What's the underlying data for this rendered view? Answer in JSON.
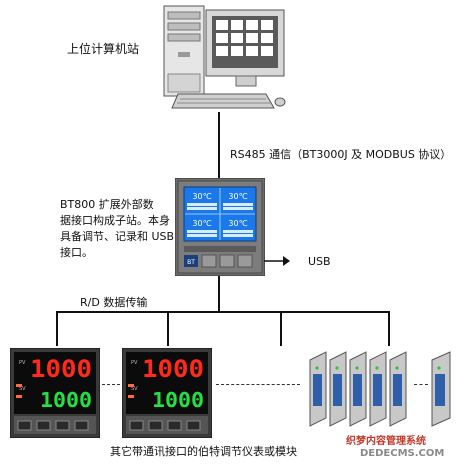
{
  "labels": {
    "host": "上位计算机站",
    "link": "RS485 通信（BT3000J 及 MODBUS 协议）",
    "bt800_line1": "BT800 扩展外部数",
    "bt800_line2": "据接口构成子站。本身",
    "bt800_line3": "具备调节、记录和 USB",
    "bt800_line4": "接口。",
    "usb": "USB",
    "rd": "R/D 数据传输",
    "bottom": "其它带通讯接口的伯特调节仪表或模块"
  },
  "bt800_screen": {
    "values": [
      "30℃",
      "30℃",
      "30℃",
      "30℃"
    ],
    "brand": "BT"
  },
  "controller_1": {
    "pv": "1000",
    "sv": "1000"
  },
  "controller_2": {
    "pv": "1000",
    "sv": "1000"
  },
  "watermark": {
    "line1": "织梦内容管理系统",
    "line2": "DEDECMS.COM"
  },
  "colors": {
    "pv_red": "#ff2a1a",
    "sv_green": "#25e040",
    "screen_blue": "#1a78e8",
    "module_blue": "#2f5fa8"
  }
}
